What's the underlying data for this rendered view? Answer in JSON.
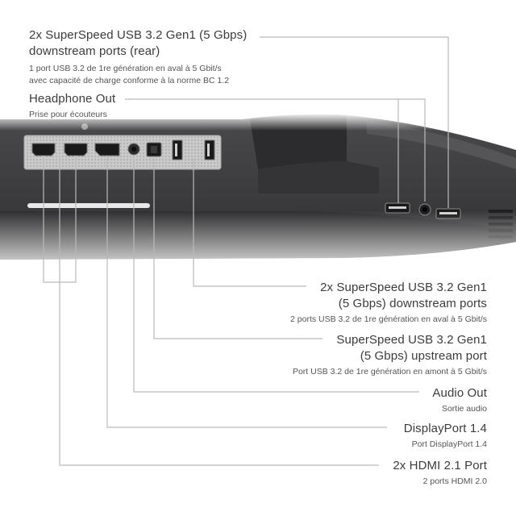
{
  "labels": {
    "usb_rear": {
      "title_1": "2x SuperSpeed USB 3.2 Gen1 (5 Gbps)",
      "title_2": "downstream ports (rear)",
      "sub_1": "1 port USB 3.2 de 1re génération en aval à 5 Gbit/s",
      "sub_2": "avec capacité de charge conforme à la norme BC 1.2"
    },
    "headphone": {
      "title": "Headphone Out",
      "sub": "Prise pour écouteurs"
    },
    "usb_down": {
      "title_1": "2x SuperSpeed USB 3.2 Gen1",
      "title_2": "(5 Gbps) downstream ports",
      "sub": "2 ports USB 3.2 de 1re génération en aval à 5 Gbit/s"
    },
    "usb_up": {
      "title_1": "SuperSpeed USB 3.2 Gen1",
      "title_2": "(5 Gbps) upstream port",
      "sub": "Port USB 3.2 de 1re génération en amont à 5 Gbit/s"
    },
    "audio_out": {
      "title": "Audio Out",
      "sub": "Sortie audio"
    },
    "displayport": {
      "title": "DisplayPort 1.4",
      "sub": "Port DisplayPort 1.4"
    },
    "hdmi": {
      "title": "2x HDMI 2.1 Port",
      "sub": "2 ports HDMI 2.0"
    }
  },
  "colors": {
    "monitor_dark": "#3a3a3c",
    "monitor_mid": "#5a5a5c",
    "port_panel": "#cfcfcf",
    "callout_line": "#b8b8b8"
  }
}
